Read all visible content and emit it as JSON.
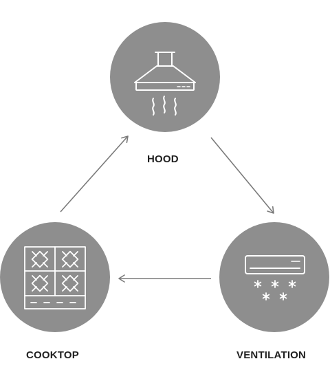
{
  "nodes": {
    "hood": {
      "label": "HOOD",
      "icon": "range-hood-icon"
    },
    "ventilation": {
      "label": "VENTILATION",
      "icon": "air-conditioner-icon"
    },
    "cooktop": {
      "label": "COOKTOP",
      "icon": "cooktop-icon"
    }
  },
  "edges": [
    {
      "from": "hood",
      "to": "ventilation"
    },
    {
      "from": "ventilation",
      "to": "cooktop"
    },
    {
      "from": "cooktop",
      "to": "hood"
    }
  ],
  "colors": {
    "circle": "#8e8e8e",
    "icon_stroke": "#ffffff",
    "arrow": "#7a7a7a",
    "label": "#1f1f1f"
  }
}
